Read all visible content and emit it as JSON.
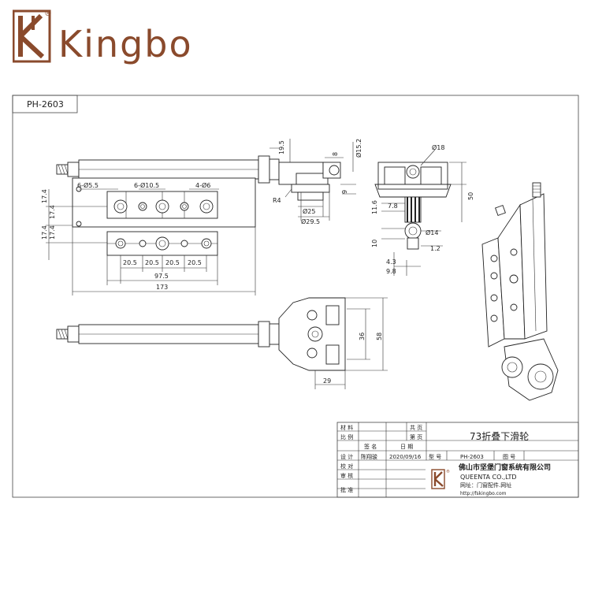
{
  "brand": {
    "name": "Kingbo",
    "registered_mark": "®",
    "color": "#8a4a2c"
  },
  "drawing": {
    "model_tag": "PH-2603",
    "dims": {
      "hole_6_55": "6-Ø5.5",
      "hole_6_105": "6-Ø10.5",
      "hole_4_6": "4-Ø6",
      "h_174a": "17.4",
      "h_174b": "17.4",
      "h_174c": "17.4",
      "h_174d": "17.4",
      "pitch_1": "20.5",
      "pitch_2": "20.5",
      "pitch_3": "20.5",
      "pitch_4": "20.5",
      "w_975": "97.5",
      "w_173": "173",
      "h_195": "19.5",
      "d_8": "8",
      "d_152": "Ø15.2",
      "d_9": "9",
      "r_4": "R4",
      "d_25": "Ø25",
      "d_295": "Ø29.5",
      "d_18": "Ø18",
      "h_116": "11.6",
      "h_78": "7.8",
      "h_50": "50",
      "d_14": "Ø14",
      "h_10": "10",
      "d_12": "1.2",
      "d_43": "4.3",
      "d_98": "9.8",
      "h_36": "36",
      "h_58": "58",
      "w_29": "29"
    }
  },
  "title_block": {
    "row_labels": {
      "material": "材 料",
      "scale": "比 例",
      "design": "设 计",
      "check": "校 对",
      "review": "审 核",
      "approve": "批 准"
    },
    "sheet_total": "共 页",
    "sheet_no": "第 页",
    "signature": "签 名",
    "date_label": "日 期",
    "designer": "陈翔骏",
    "date": "2020/09/16",
    "model_label": "型 号",
    "model_value": "PH-2603",
    "drawing_no_label": "图 号",
    "product_name": "73折叠下滑轮",
    "company_cn": "佛山市坚堡门窗系统有限公司",
    "company_en": "QUEENTA CO.,LTD",
    "website_label": "网址：门窗配件.网址",
    "website_url": "http://fskingbo.com"
  }
}
